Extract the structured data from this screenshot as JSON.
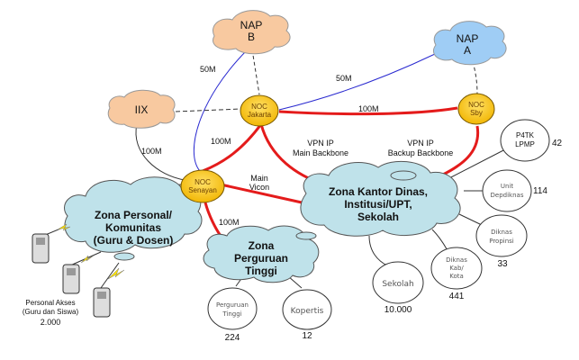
{
  "colors": {
    "backbone": "#e41b1b",
    "link_blue": "#2a2ad0",
    "noc_fill": "#f5c518",
    "noc_text": "#6b3f00",
    "cloud_orange": "#f8c9a0",
    "cloud_blue_nap": "#9fcdf5",
    "cloud_zone": "#bfe2ea"
  },
  "nodes": {
    "nap_b": {
      "line1": "NAP",
      "line2": "B"
    },
    "nap_a": {
      "line1": "NAP",
      "line2": "A"
    },
    "iix": {
      "label": "IIX"
    },
    "noc_jakarta": {
      "line1": "NOC",
      "line2": "Jakarta"
    },
    "noc_sby": {
      "line1": "NOC",
      "line2": "Sby"
    },
    "noc_senayan": {
      "line1": "NOC",
      "line2": "Senayan"
    }
  },
  "links": {
    "napb_senayan": "50M",
    "napa_jakarta": "50M",
    "jakarta_sby": "100M",
    "jakarta_senayan": "100M",
    "iix_senayan": "100M",
    "senayan_pt": "100M",
    "main_backbone": {
      "line1": "VPN IP",
      "line2": "Main Backbone"
    },
    "backup_backbone": {
      "line1": "VPN IP",
      "line2": "Backup Backbone"
    },
    "main_vicon": {
      "line1": "Main",
      "line2": "Vicon"
    }
  },
  "zones": {
    "personal": {
      "line1": "Zona Personal/",
      "line2": "Komunitas",
      "line3": "(Guru & Dosen)"
    },
    "kantor": {
      "line1": "Zona Kantor Dinas,",
      "line2": "Institusi/UPT,",
      "line3": "Sekolah"
    },
    "pt": {
      "line1": "Zona",
      "line2": "Perguruan",
      "line3": "Tinggi"
    }
  },
  "endpoints": {
    "p4tk": {
      "line1": "P4TK",
      "line2": "LPMP",
      "count": "42"
    },
    "unit_depdiknas": {
      "line1": "Unit",
      "line2": "Depdiknas",
      "count": "114"
    },
    "diknas_propinsi": {
      "line1": "Diknas",
      "line2": "Propinsi",
      "count": "33"
    },
    "diknas_kab": {
      "line1": "Diknas",
      "line2": "Kab/",
      "line3": "Kota",
      "count": "441"
    },
    "sekolah": {
      "label": "Sekolah",
      "count": "10.000"
    },
    "perguruan_tinggi": {
      "line1": "Perguruan",
      "line2": "Tinggi",
      "count": "224"
    },
    "kopertis": {
      "label": "Kopertis",
      "count": "12"
    },
    "personal_akses": {
      "line1": "Personal Akses",
      "line2": "(Guru dan Siswa)",
      "count": "2.000"
    }
  }
}
